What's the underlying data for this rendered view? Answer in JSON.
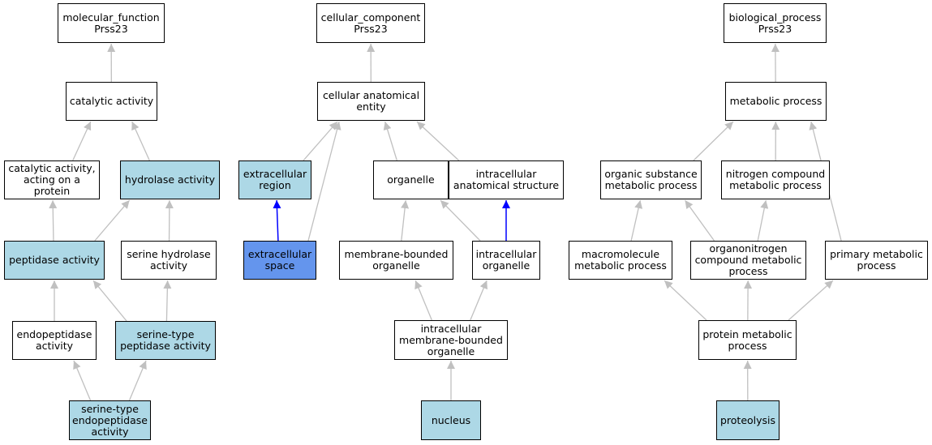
{
  "colors": {
    "highlight_light": "#add8e6",
    "highlight_selected": "#6495ed",
    "edge_default": "#c0c0c0",
    "edge_highlight": "#0000ff"
  },
  "nodes": [
    {
      "id": "mf_root",
      "label": "molecular_function\nPrss23",
      "fill": "white"
    },
    {
      "id": "catalytic",
      "label": "catalytic activity",
      "fill": "white"
    },
    {
      "id": "cat_protein",
      "label": "catalytic activity,\nacting on a\nprotein",
      "fill": "white"
    },
    {
      "id": "hydrolase",
      "label": "hydrolase activity",
      "fill": "light"
    },
    {
      "id": "peptidase",
      "label": "peptidase activity",
      "fill": "light"
    },
    {
      "id": "serine_hydrolase",
      "label": "serine hydrolase\nactivity",
      "fill": "white"
    },
    {
      "id": "endopeptidase",
      "label": "endopeptidase\nactivity",
      "fill": "white"
    },
    {
      "id": "serine_peptidase",
      "label": "serine-type\npeptidase activity",
      "fill": "light"
    },
    {
      "id": "serine_endo",
      "label": "serine-type\nendopeptidase\nactivity",
      "fill": "light"
    },
    {
      "id": "cc_root",
      "label": "cellular_component\nPrss23",
      "fill": "white"
    },
    {
      "id": "cae",
      "label": "cellular anatomical\nentity",
      "fill": "white"
    },
    {
      "id": "ext_region",
      "label": "extracellular\nregion",
      "fill": "light"
    },
    {
      "id": "ext_space",
      "label": "extracellular\nspace",
      "fill": "blue"
    },
    {
      "id": "organelle",
      "label": "organelle",
      "fill": "white"
    },
    {
      "id": "ias",
      "label": "intracellular\nanatomical structure",
      "fill": "white"
    },
    {
      "id": "mbo",
      "label": "membrane-bounded\norganelle",
      "fill": "white"
    },
    {
      "id": "intra_org",
      "label": "intracellular\norganelle",
      "fill": "white"
    },
    {
      "id": "imbo",
      "label": "intracellular\nmembrane-bounded\norganelle",
      "fill": "white"
    },
    {
      "id": "nucleus",
      "label": "nucleus",
      "fill": "light"
    },
    {
      "id": "bp_root",
      "label": "biological_process\nPrss23",
      "fill": "white"
    },
    {
      "id": "metabolic",
      "label": "metabolic process",
      "fill": "white"
    },
    {
      "id": "osmp",
      "label": "organic substance\nmetabolic process",
      "fill": "white"
    },
    {
      "id": "ncmp",
      "label": "nitrogen compound\nmetabolic process",
      "fill": "white"
    },
    {
      "id": "macro",
      "label": "macromolecule\nmetabolic process",
      "fill": "white"
    },
    {
      "id": "organonitro",
      "label": "organonitrogen\ncompound metabolic\nprocess",
      "fill": "white"
    },
    {
      "id": "primary",
      "label": "primary metabolic\nprocess",
      "fill": "white"
    },
    {
      "id": "protein_met",
      "label": "protein metabolic\nprocess",
      "fill": "white"
    },
    {
      "id": "proteolysis",
      "label": "proteolysis",
      "fill": "light"
    }
  ],
  "edges": [
    {
      "from": "catalytic",
      "to": "mf_root",
      "style": "default"
    },
    {
      "from": "cat_protein",
      "to": "catalytic",
      "style": "default"
    },
    {
      "from": "hydrolase",
      "to": "catalytic",
      "style": "default"
    },
    {
      "from": "peptidase",
      "to": "cat_protein",
      "style": "default"
    },
    {
      "from": "peptidase",
      "to": "hydrolase",
      "style": "default"
    },
    {
      "from": "serine_hydrolase",
      "to": "hydrolase",
      "style": "default"
    },
    {
      "from": "endopeptidase",
      "to": "peptidase",
      "style": "default"
    },
    {
      "from": "serine_peptidase",
      "to": "peptidase",
      "style": "default"
    },
    {
      "from": "serine_peptidase",
      "to": "serine_hydrolase",
      "style": "default"
    },
    {
      "from": "serine_endo",
      "to": "endopeptidase",
      "style": "default"
    },
    {
      "from": "serine_endo",
      "to": "serine_peptidase",
      "style": "default"
    },
    {
      "from": "cae",
      "to": "cc_root",
      "style": "default"
    },
    {
      "from": "ext_region",
      "to": "cae",
      "style": "default"
    },
    {
      "from": "ext_space",
      "to": "cae",
      "style": "default"
    },
    {
      "from": "ext_space",
      "to": "ext_region",
      "style": "highlight"
    },
    {
      "from": "organelle",
      "to": "cae",
      "style": "default"
    },
    {
      "from": "ias",
      "to": "cae",
      "style": "default"
    },
    {
      "from": "mbo",
      "to": "organelle",
      "style": "default"
    },
    {
      "from": "intra_org",
      "to": "organelle",
      "style": "default"
    },
    {
      "from": "intra_org",
      "to": "ias",
      "style": "highlight"
    },
    {
      "from": "imbo",
      "to": "mbo",
      "style": "default"
    },
    {
      "from": "imbo",
      "to": "intra_org",
      "style": "default"
    },
    {
      "from": "nucleus",
      "to": "imbo",
      "style": "default"
    },
    {
      "from": "metabolic",
      "to": "bp_root",
      "style": "default"
    },
    {
      "from": "osmp",
      "to": "metabolic",
      "style": "default"
    },
    {
      "from": "ncmp",
      "to": "metabolic",
      "style": "default"
    },
    {
      "from": "primary",
      "to": "metabolic",
      "style": "default"
    },
    {
      "from": "macro",
      "to": "osmp",
      "style": "default"
    },
    {
      "from": "organonitro",
      "to": "osmp",
      "style": "default"
    },
    {
      "from": "organonitro",
      "to": "ncmp",
      "style": "default"
    },
    {
      "from": "protein_met",
      "to": "macro",
      "style": "default"
    },
    {
      "from": "protein_met",
      "to": "organonitro",
      "style": "default"
    },
    {
      "from": "protein_met",
      "to": "primary",
      "style": "default"
    },
    {
      "from": "proteolysis",
      "to": "protein_met",
      "style": "default"
    }
  ]
}
